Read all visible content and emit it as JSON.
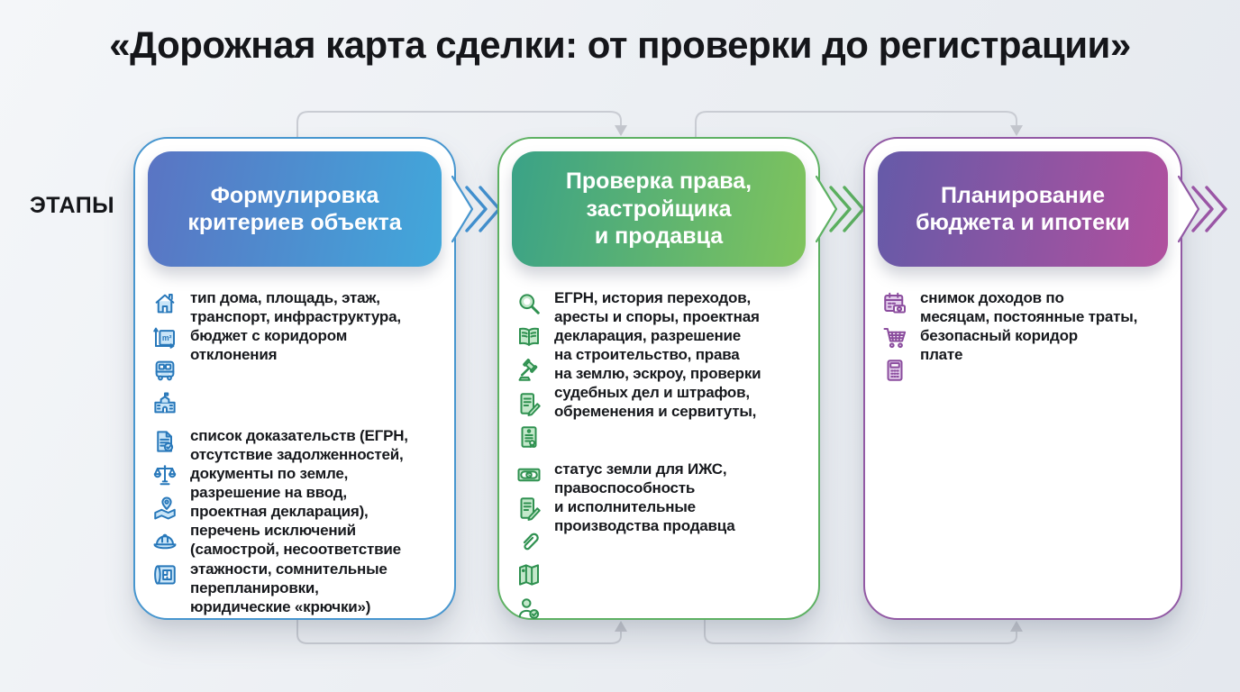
{
  "page": {
    "title": "«Дорожная карта сделки: от проверки до регистрации»",
    "stage_label": "ЭТАПЫ"
  },
  "colors": {
    "background": "#eceff3",
    "title_text": "#15161a",
    "body_text": "#17191d",
    "connector": "#c9ccd3"
  },
  "cards": [
    {
      "id": "object-criteria",
      "title": "Формулировка\nкритериев объекта",
      "colors": {
        "border": "#4796cf",
        "header_from": "#5a74c3",
        "header_to": "#41a8db",
        "icon": "#2878ba",
        "icon_fill": "#c9e5f8",
        "chevron": "#4190cf"
      },
      "blocks": [
        {
          "icons": [
            "house-icon",
            "area-m2-icon",
            "bus-icon",
            "school-icon"
          ],
          "text": "тип дома, площадь, этаж,\nтранспорт, инфраструктура,\nбюджет с коридором\nотклонения"
        },
        {
          "icons": [
            "document-check-icon",
            "scales-icon",
            "map-pin-icon",
            "hardhat-icon",
            "blueprint-icon"
          ],
          "text": "список доказательств (ЕГРН,\nотсутствие задолженностей,\nдокументы по земле,\nразрешение на ввод,\nпроектная декларация),\nперечень исключений\n(самострой, несоответствие\nэтажности, сомнительные\nперепланировки,\nюридические «крючки»)"
        }
      ]
    },
    {
      "id": "rights-check",
      "title": "Проверка права,\nзастройщика\nи продавца",
      "colors": {
        "border": "#5eb163",
        "header_from": "#3aa287",
        "header_to": "#80c45c",
        "icon": "#2f9150",
        "icon_fill": "#c4e8cb",
        "chevron": "#5bb05f"
      },
      "blocks": [
        {
          "icons": [
            "magnifier-icon",
            "open-book-icon",
            "gavel-icon",
            "document-pen-icon",
            "certificate-icon"
          ],
          "text": "ЕГРН, история переходов,\nаресты и споры, проектная\nдекларация, разрешение\nна строительство, права\nна землю, эскроу, проверки\nсудебных дел и штрафов,\nобременения и сервитуты,"
        },
        {
          "icons": [
            "banknote-icon",
            "document-pen-icon",
            "paperclip-icon",
            "folded-map-icon",
            "person-check-icon"
          ],
          "text": "статус земли для ИЖС,\nправоспособность\nи исполнительные\nпроизводства продавца"
        }
      ]
    },
    {
      "id": "budget-mortgage",
      "title": "Планирование\nбюджета и ипотеки",
      "colors": {
        "border": "#9259a4",
        "header_from": "#655aa8",
        "header_to": "#b1509e",
        "icon": "#8b4d9e",
        "icon_fill": "#e2cdeb",
        "chevron": "#9a55a5"
      },
      "blocks": [
        {
          "icons": [
            "calendar-money-icon",
            "cart-icon",
            "calculator-icon"
          ],
          "text": "снимок доходов по\nмесяцам, постоянные траты,\nбезопасный коридор\nплате"
        }
      ]
    }
  ]
}
